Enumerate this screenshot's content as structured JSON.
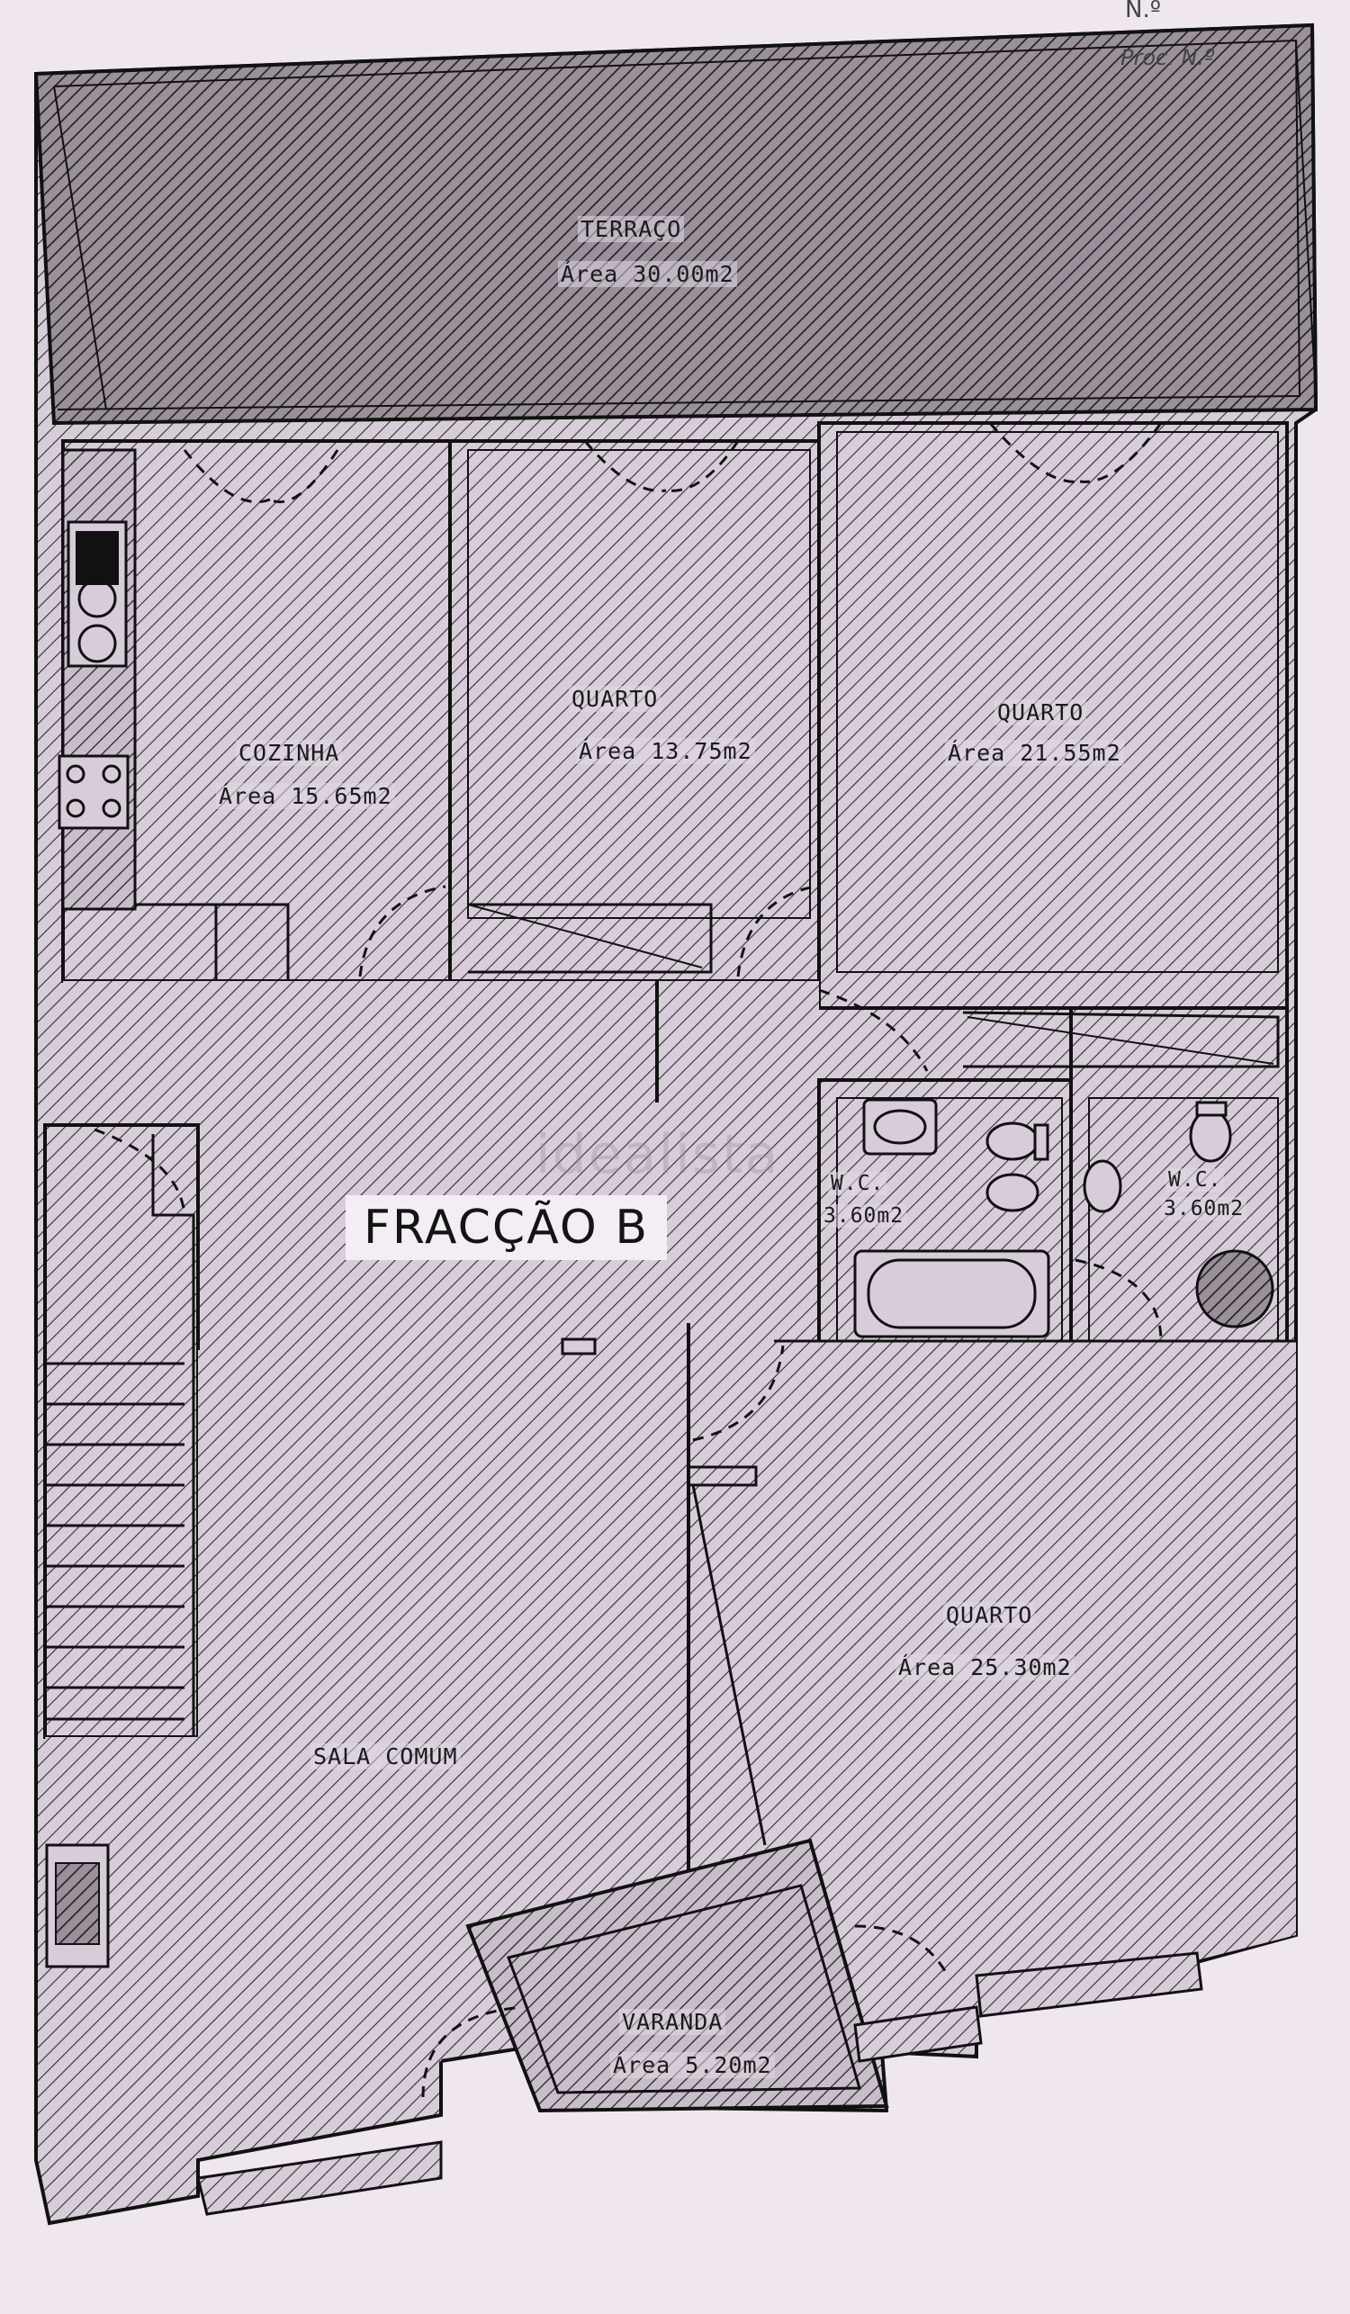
{
  "plan_title": "FRACÇÃO B",
  "watermark": "idealista",
  "corner_marks": {
    "top": "N.º",
    "sub": "Proc. N.º"
  },
  "rooms": {
    "terraco": {
      "name": "TERRAÇO",
      "area": "Área 30.00m2"
    },
    "cozinha": {
      "name": "COZINHA",
      "area": "Área 15.65m2"
    },
    "quarto1": {
      "name": "QUARTO",
      "area": "Área 13.75m2"
    },
    "quarto2": {
      "name": "QUARTO",
      "area": "Área 21.55m2"
    },
    "wc1": {
      "name": "W.C.",
      "area": "3.60m2"
    },
    "wc2": {
      "name": "W.C.",
      "area": "3.60m2"
    },
    "quarto3": {
      "name": "QUARTO",
      "area": "Área 25.30m2"
    },
    "sala": {
      "name": "SALA COMUM"
    },
    "varanda": {
      "name": "VARANDA",
      "area": "Área 5.20m2"
    }
  },
  "colors": {
    "paper": "#efe6f0",
    "hatch_light": "#3a3a3a",
    "hatch_dark": "#1e1e1e",
    "wall": "#111111"
  },
  "icons": [
    "door-swing-icon",
    "kitchen-sink-icon",
    "cooktop-icon",
    "toilet-icon",
    "bidet-icon",
    "bathtub-icon",
    "shower-icon",
    "staircase-icon",
    "electrical-panel-icon"
  ]
}
